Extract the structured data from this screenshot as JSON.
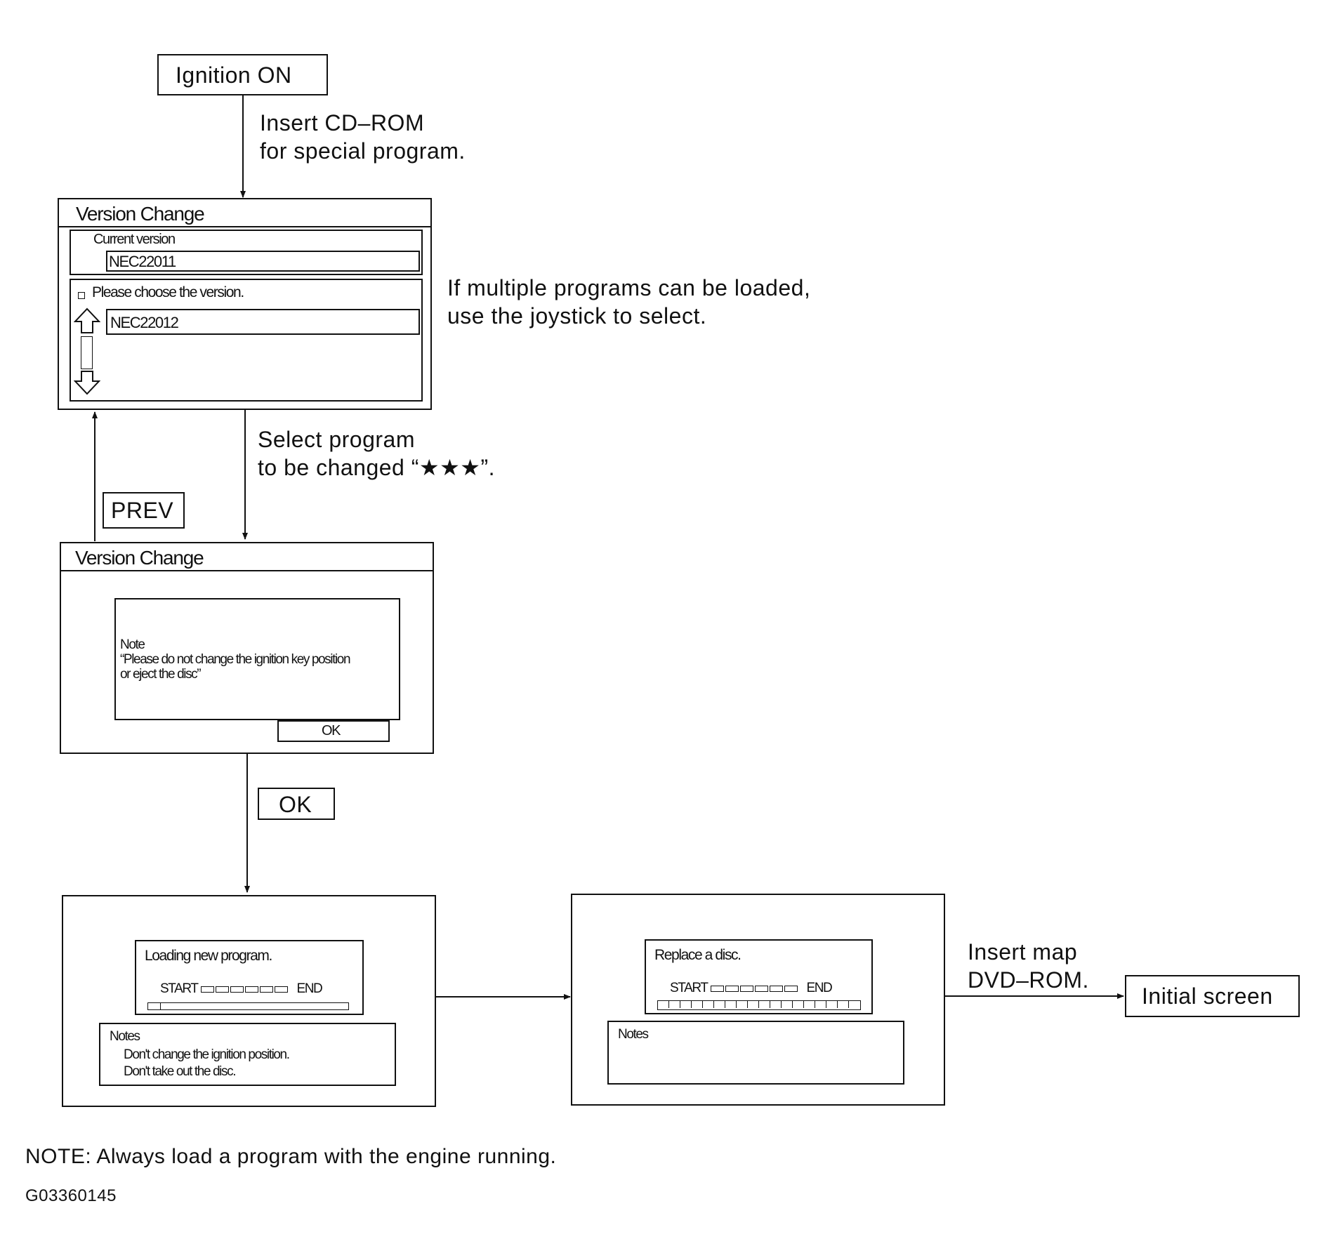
{
  "flow": {
    "ignition_on": "Ignition ON",
    "insert_cd_line1": "Insert CD–ROM",
    "insert_cd_line2": "for special program.",
    "multi_line1": "If multiple programs can be loaded,",
    "multi_line2": "use the joystick to select.",
    "select_line1": "Select program",
    "select_line2": "to be changed “★★★”.",
    "prev_button": "PREV",
    "ok_button": "OK",
    "insert_map_line1": "Insert map",
    "insert_map_line2": "DVD–ROM.",
    "initial_screen": "Initial screen"
  },
  "screen1": {
    "title": "Version Change",
    "current_version_label": "Current version",
    "current_version_value": "NEC22011",
    "choose_prompt": "Please choose the version.",
    "choice_value": "NEC22012"
  },
  "screen2": {
    "title": "Version Change",
    "note_title": "Note",
    "note_line1": "“Please do not change the ignition key position",
    "note_line2": "or eject the disc”",
    "ok_label": "OK"
  },
  "screen3": {
    "loading_text": "Loading new program.",
    "start_label": "START",
    "end_label": "END",
    "notes_title": "Notes",
    "notes_line1": "Don't change the ignition position.",
    "notes_line2": "Don't take out the disc."
  },
  "screen4": {
    "replace_text": "Replace a disc.",
    "start_label": "START",
    "end_label": "END",
    "notes_title": "Notes"
  },
  "footer": {
    "note": "NOTE: Always load a program with the engine running.",
    "code": "G03360145"
  }
}
